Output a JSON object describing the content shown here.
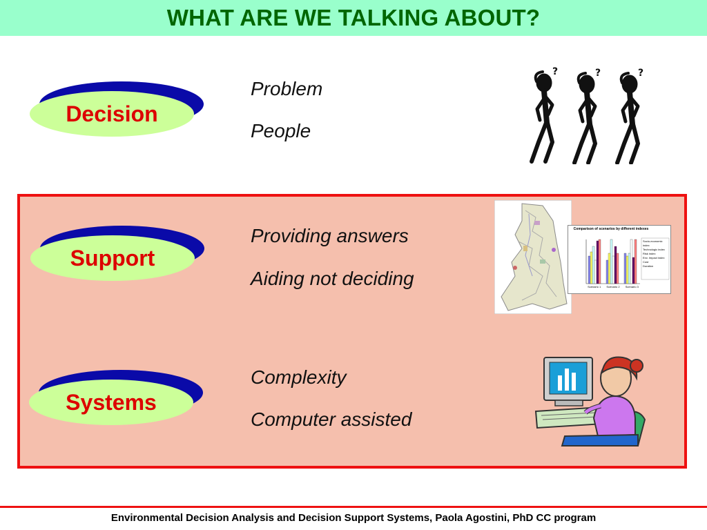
{
  "title": "WHAT ARE WE TALKING ABOUT?",
  "rows": [
    {
      "label": "Decision",
      "lines": [
        "Problem",
        "People"
      ]
    },
    {
      "label": "Support",
      "lines": [
        "Providing answers",
        "Aiding not deciding"
      ]
    },
    {
      "label": "Systems",
      "lines": [
        "Complexity",
        "Computer assisted"
      ]
    }
  ],
  "chart_thumbnail": {
    "title": "Comparison of scenarios by different indexes",
    "categories": [
      "Scenario 1",
      "Scenario 2",
      "Scenario 3"
    ],
    "legend": [
      "Socio-economic index",
      "Technologic index",
      "Risk index",
      "Env. Impact index",
      "Cost",
      "Duration"
    ]
  },
  "footer": "Environmental Decision Analysis and Decision Support Systems, Paola Agostini, PhD CC program",
  "colors": {
    "title_bg": "#99ffcc",
    "title_text": "#006600",
    "box_bg": "#f5bfad",
    "box_border": "#ee1111",
    "pill_face": "#ccff99",
    "pill_shadow": "#0a0aa8",
    "pill_text": "#dd0000"
  }
}
